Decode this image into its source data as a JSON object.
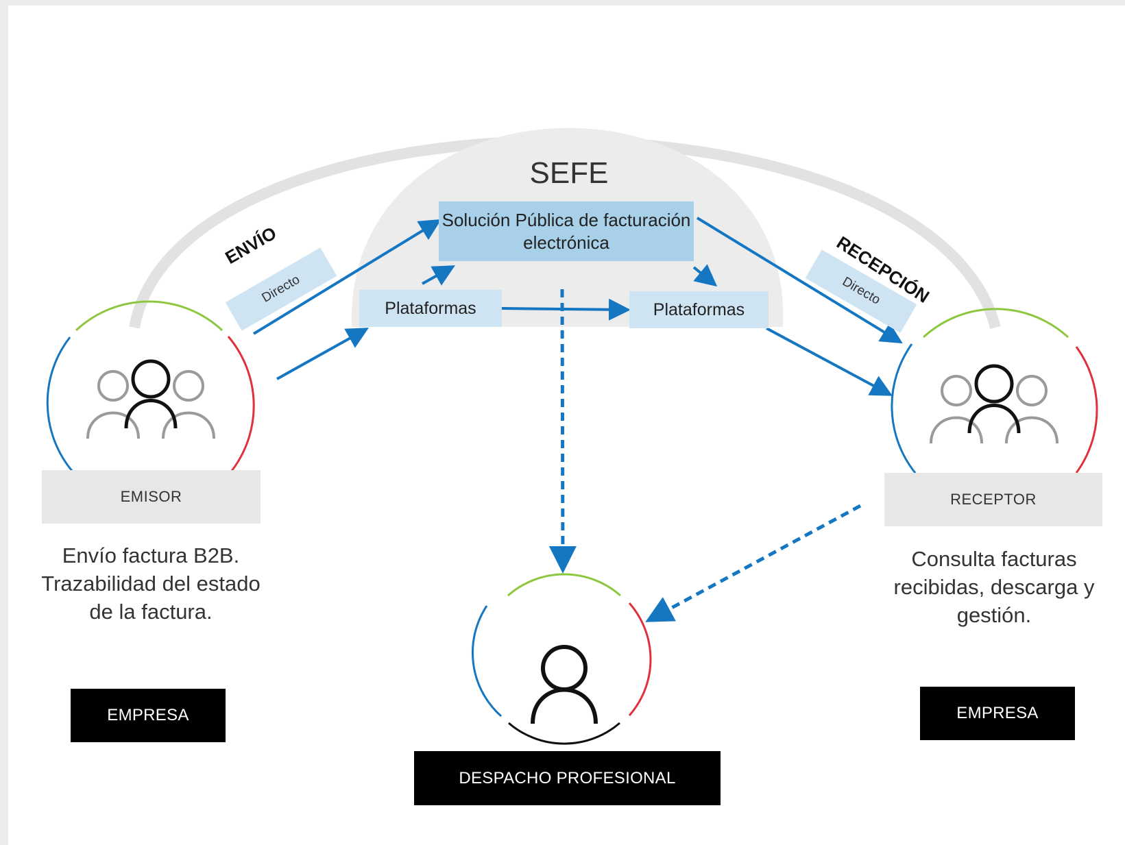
{
  "sefe": {
    "title": "SEFE",
    "solution": "Solución Pública de facturación electrónica"
  },
  "platforms": {
    "left": "Plataformas",
    "right": "Plataformas"
  },
  "flows": {
    "sending": "ENVÍO",
    "sending_direct": "Directo",
    "receiving": "RECEPCIÓN",
    "receiving_direct": "Directo"
  },
  "emisor": {
    "label": "EMISOR",
    "description": "Envío factura B2B. Trazabilidad del estado de la factura.",
    "type": "EMPRESA"
  },
  "receptor": {
    "label": "RECEPTOR",
    "description": "Consulta facturas recibidas, descarga y gestión.",
    "type": "EMPRESA"
  },
  "despacho": {
    "label": "DESPACHO PROFESIONAL"
  },
  "colors": {
    "arrow": "#1576c2",
    "circle_blue": "#1576c2",
    "circle_green": "#8dc63f",
    "circle_red": "#e0303c",
    "arc": "#e2e2e2",
    "sefe_bg": "#ececec",
    "solution_box": "#a8d0e8",
    "platform_box": "#cfe4f2"
  },
  "icons": [
    "people-group-icon",
    "person-icon"
  ]
}
